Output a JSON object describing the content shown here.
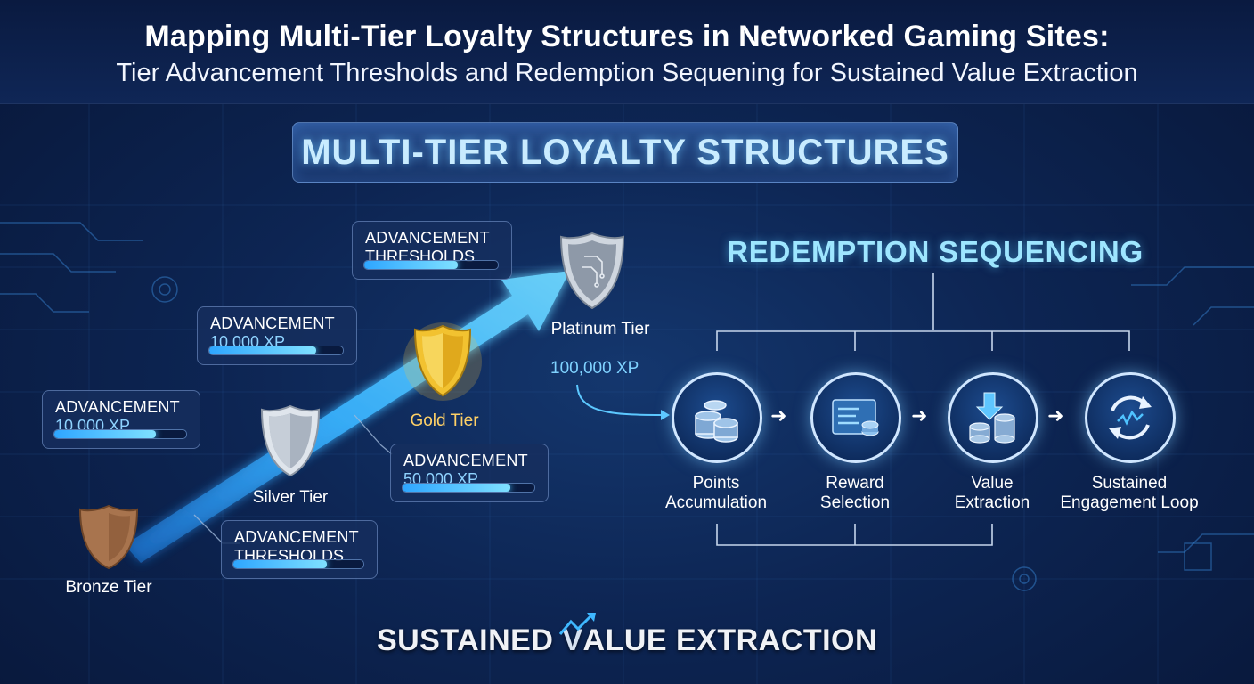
{
  "header": {
    "title": "Mapping Multi-Tier Loyalty Structures in Networked Gaming Sites:",
    "subtitle": "Tier Advancement Thresholds and Redemption Sequening for Sustained Value Extraction"
  },
  "banner": "MULTI-TIER LOYALTY STRUCTURES",
  "tiers": [
    {
      "name": "Bronze Tier",
      "icon": "bronze-shield-icon",
      "color": "#a8744e"
    },
    {
      "name": "Silver Tier",
      "icon": "silver-shield-icon",
      "color": "#c9cfd8"
    },
    {
      "name": "Gold Tier",
      "icon": "gold-shield-icon",
      "color": "#f2c230"
    },
    {
      "name": "Platinum Tier",
      "icon": "platinum-shield-icon",
      "color": "#b9c2ce",
      "xp": "100,000 XP"
    }
  ],
  "cards": {
    "bronze_silver": {
      "line1": "ADVANCEMENT",
      "line2": "10,000 XP",
      "progress": 0.77
    },
    "silver_gold": {
      "line1": "ADVANCEMENT",
      "line2": "10,000 XP",
      "progress": 0.8
    },
    "gold_platinum": {
      "line1": "ADVANCEMENT",
      "line2": "THRESHOLDS",
      "progress": 0.7
    },
    "silver_below": {
      "line1": "ADVANCEMENT",
      "line2": "THRESHOLDS",
      "progress": 0.72
    },
    "gold_below": {
      "line1": "ADVANCEMENT",
      "line2": "50,000 XP",
      "progress": 0.82
    }
  },
  "redemption": {
    "title": "REDEMPTION SEQUENCING",
    "steps": [
      {
        "line1": "Points",
        "line2": "Accumulation",
        "icon": "coin-stacks-icon"
      },
      {
        "line1": "Reward",
        "line2": "Selection",
        "icon": "reward-menu-icon"
      },
      {
        "line1": "Value",
        "line2": "Extraction",
        "icon": "download-coins-icon"
      },
      {
        "line1": "Sustained",
        "line2": "Engagement Loop",
        "icon": "cycle-arrows-icon"
      }
    ]
  },
  "footer": {
    "before": "SUSTAINED ",
    "v_letter": "V",
    "after": "ALUE EXTRACTION"
  },
  "colors": {
    "accent": "#48c2ff",
    "gold": "#ffd166",
    "background": "#0d2553"
  }
}
